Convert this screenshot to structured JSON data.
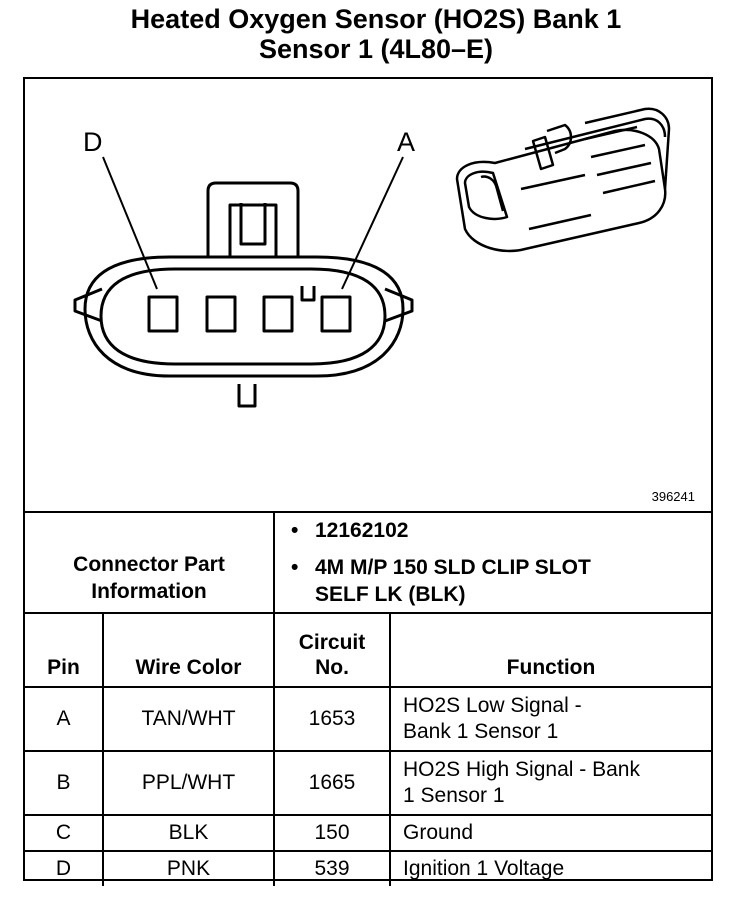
{
  "title": {
    "line1": "Heated Oxygen Sensor (HO2S) Bank 1",
    "line2": "Sensor 1 (4L80–E)"
  },
  "figure": {
    "label_left": "D",
    "label_right": "A",
    "figure_number": "396241"
  },
  "connector_info": {
    "heading": "Connector Part\nInformation",
    "items": [
      {
        "bullet": "•",
        "text": "12162102"
      },
      {
        "bullet": "•",
        "text": "4M M/P 150 SLD CLIP SLOT"
      },
      {
        "bullet": "",
        "text": "SELF LK (BLK)"
      }
    ]
  },
  "table": {
    "headers": {
      "pin": "Pin",
      "wire_color": "Wire Color",
      "circuit_line1": "Circuit",
      "circuit_line2": "No.",
      "function": "Function"
    },
    "rows": [
      {
        "pin": "A",
        "wire_color": "TAN/WHT",
        "circuit": "1653",
        "function_line1": "HO2S Low Signal -",
        "function_line2": "Bank 1 Sensor 1"
      },
      {
        "pin": "B",
        "wire_color": "PPL/WHT",
        "circuit": "1665",
        "function_line1": "HO2S High Signal - Bank",
        "function_line2": "1 Sensor 1"
      },
      {
        "pin": "C",
        "wire_color": "BLK",
        "circuit": "150",
        "function_line1": "Ground",
        "function_line2": ""
      },
      {
        "pin": "D",
        "wire_color": "PNK",
        "circuit": "539",
        "function_line1": "Ignition 1 Voltage",
        "function_line2": ""
      }
    ]
  }
}
